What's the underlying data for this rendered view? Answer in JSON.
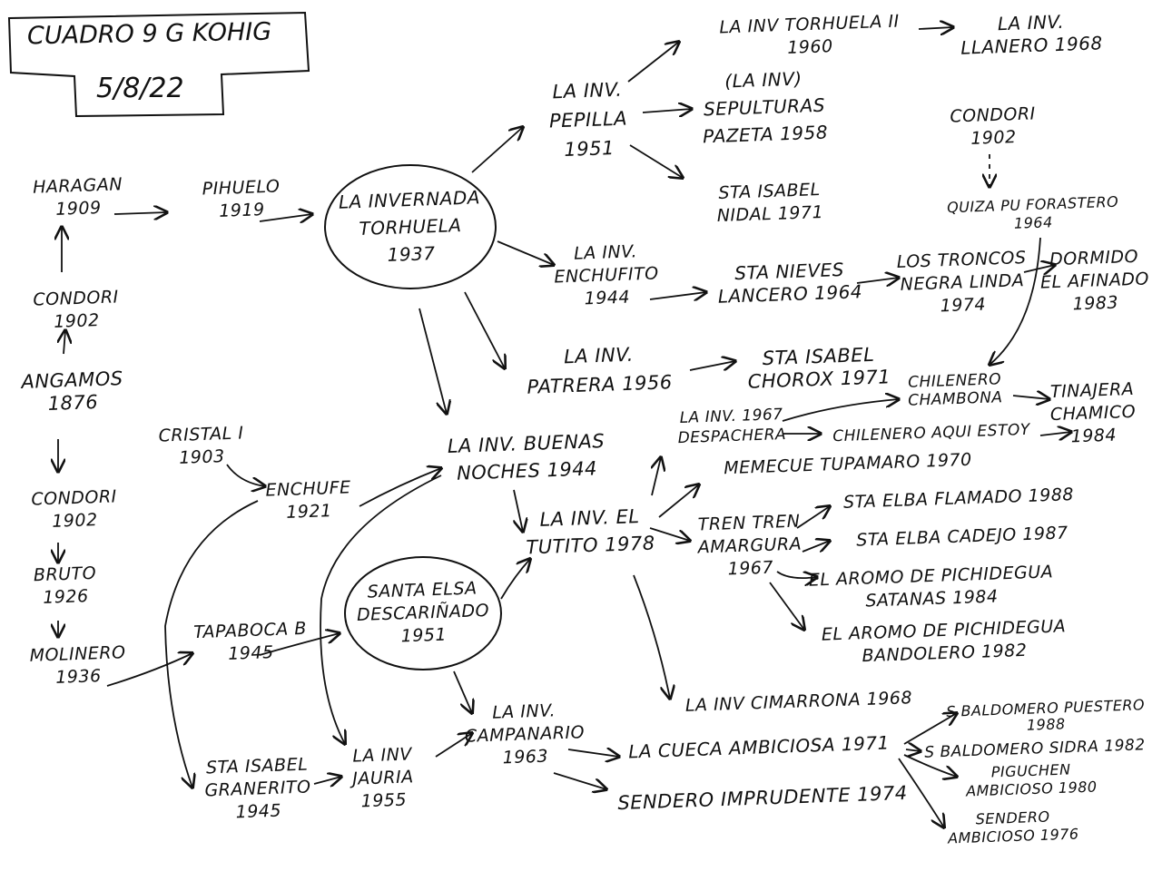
{
  "header": {
    "title": "CUADRO 9 G KOHIG",
    "date": "5/8/22"
  },
  "nodes": {
    "haragan": [
      "HARAGAN",
      "1909"
    ],
    "pihuelo": [
      "PIHUELO",
      "1919"
    ],
    "torhuela": [
      "LA INVERNADA",
      "TORHUELA",
      "1937"
    ],
    "condori_left": [
      "CONDORI",
      "1902"
    ],
    "angamos": [
      "ANGAMOS",
      "1876"
    ],
    "condori_mid": [
      "CONDORI",
      "1902"
    ],
    "bruto": [
      "BRUTO",
      "1926"
    ],
    "molinero": [
      "MOLINERO",
      "1936"
    ],
    "cristal": [
      "CRISTAL I",
      "1903"
    ],
    "enchufe": [
      "ENCHUFE",
      "1921"
    ],
    "tapaboca": [
      "TAPABOCA B",
      "1945"
    ],
    "sta_granerito": [
      "STA ISABEL",
      "GRANERITO",
      "1945"
    ],
    "jauria": [
      "LA INV",
      "JAURIA",
      "1955"
    ],
    "descarinado": [
      "SANTA ELSA",
      "DESCARIÑADO",
      "1951"
    ],
    "buenas_noches": [
      "LA INV. BUENAS",
      "NOCHES 1944"
    ],
    "el_tutito": [
      "LA INV. EL",
      "TUTITO 1978"
    ],
    "campanario": [
      "LA INV.",
      "CAMPANARIO",
      "1963"
    ],
    "pepilla": [
      "LA INV.",
      "PEPILLA",
      "1951"
    ],
    "torhuela2": [
      "LA INV TORHUELA II",
      "1960"
    ],
    "llanero": [
      "LA INV.",
      "LLANERO 1968"
    ],
    "sepulturas": [
      "(LA INV)",
      "SEPULTURAS",
      "PAZETA 1958"
    ],
    "sta_nidal": [
      "STA ISABEL",
      "NIDAL 1971"
    ],
    "enchufito": [
      "LA INV.",
      "ENCHUFITO",
      "1944"
    ],
    "lancero": [
      "STA NIEVES",
      "LANCERO 1964"
    ],
    "negra_linda": [
      "LOS TRONCOS",
      "NEGRA LINDA",
      "1974"
    ],
    "dormido": [
      "DORMIDO",
      "EL AFINADO",
      "1983"
    ],
    "condori_right": [
      "CONDORI",
      "1902"
    ],
    "quiza": [
      "QUIZA PU FORASTERO",
      "1964"
    ],
    "patrera": [
      "LA INV.",
      "PATRERA 1956"
    ],
    "chorox": [
      "STA ISABEL",
      "CHOROX 1971"
    ],
    "chambona": [
      "CHILENERO",
      "CHAMBONA"
    ],
    "tinajera": [
      "TINAJERA",
      "CHAMICO",
      "1984"
    ],
    "despachera": [
      "LA INV. 1967",
      "DESPACHERA"
    ],
    "aqui_estoy": [
      "CHILENERO AQUI ESTOY"
    ],
    "tupamaro": [
      "MEMECUE TUPAMARO 1970"
    ],
    "amargura": [
      "TREN TREN",
      "AMARGURA",
      "1967"
    ],
    "sta_elba_88": [
      "STA ELBA FLAMADO 1988"
    ],
    "cadejo": [
      "STA ELBA CADEJO 1987"
    ],
    "satanas": [
      "EL AROMO DE PICHIDEGUA",
      "SATANAS 1984"
    ],
    "bandolero": [
      "EL AROMO DE PICHIDEGUA",
      "BANDOLERO 1982"
    ],
    "cimarrona": [
      "LA INV CIMARRONA 1968"
    ],
    "ambiciosa": [
      "LA CUECA AMBICIOSA 1971"
    ],
    "sendero_imprudente": [
      "SENDERO IMPRUDENTE 1974"
    ],
    "puestero": [
      "S BALDOMERO PUESTERO",
      "1988"
    ],
    "sidra": [
      "S BALDOMERO SIDRA 1982"
    ],
    "piguchen": [
      "PIGUCHEN",
      "AMBICIOSO 1980"
    ],
    "sendero_ambicioso": [
      "SENDERO",
      "AMBICIOSO 1976"
    ]
  },
  "colors": {
    "ink": "#111111",
    "paper": "#ffffff"
  }
}
